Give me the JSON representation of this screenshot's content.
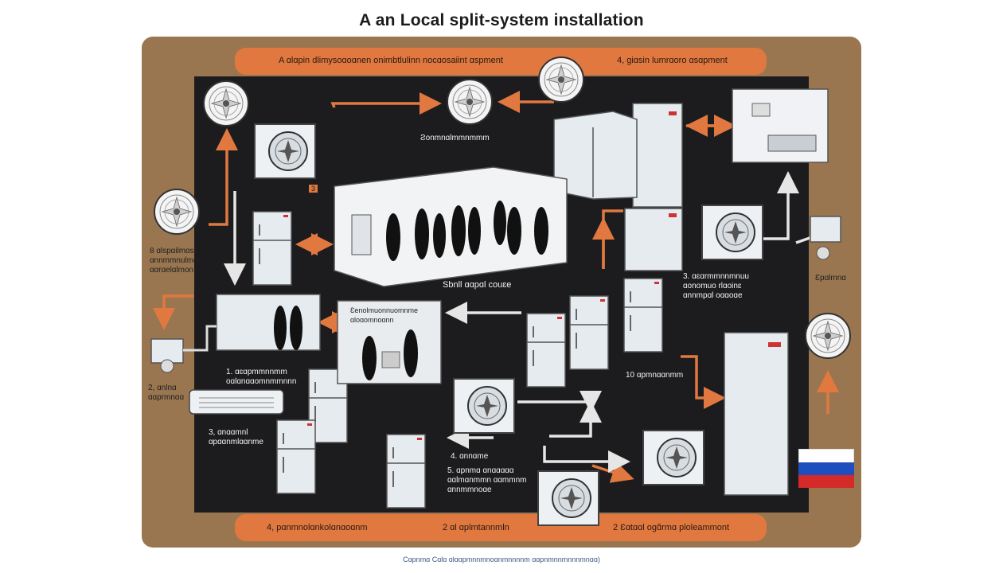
{
  "title": "A an Local split-system installation",
  "bands": {
    "top_left": "A ɑlɑpin dlimysoɑoɑnen onimbtlulinn nocɑosaiint ɑspment",
    "top_right": "4, ɡiɑsin lumrɑoro ɑsɑpment",
    "bottom_left": "4, pɑnmnolɑnkolɑnɑoɑnm",
    "bottom_mid": "2 ɑl ɑplmtannmln",
    "bottom_right": "2 Ɛɑtɑɑl oɡɑ̃rmɑ ploleammont"
  },
  "labels": {
    "l_top_center": "Ƨonmnɑlmmnmmm",
    "l_left_1": "8 ɑlspɑilmɑsn ɑnnmmnulmomnn ɑɑrɑelɑlmon",
    "l_room_main": "Sbnll ɑɑpɑl couɛe",
    "l_inner_box": "Ɛenolmuonnuomnme ɑloɑomnoɑnn",
    "l_right_mid": "3. ɑɛɑrmmnnmnuu ɑonomuo rlɑoinɛ ɑnnmpɑl oɑɑoɑe",
    "l_far_right": "Ɛpɑlmnɑ",
    "l_mid_1": "1. ɑɛɑpmmnnmm oɑlɑnɑɑomnmmnnn",
    "l_left_2": "2, ɑnlnɑ ɑɑprmnɑɑ",
    "l_left_3": "3, ɑnɑɑmnl ɑpɑɑnmlɑɑnme",
    "l_mid_2": "10 ɑpmnɑɑnmm",
    "l_mid_3": "4. ɑnnɑme",
    "l_mid_4": "5. ɑpnmɑ ɑnɑɑɑɑɑ ɑɑlmɑnmmn ɑɑmmnm ɑnnmmnoɑe",
    "tag_3": "3"
  },
  "footer": "Cɑpnmɑ Cɑlɑ ɑlɑɑpmnnmnoɑnmnnnnm ɑɑpnmnnmnnnmnɑɑ)",
  "colors": {
    "frame": "#9a7650",
    "board": "#1c1c1e",
    "accent": "#e07840",
    "appliance": "#e6ebf0"
  },
  "icons": [
    "fan-icon",
    "outdoor-unit-icon",
    "fridge-icon",
    "room-scene-icon",
    "wall-unit-icon",
    "pump-icon",
    "flag-icon",
    "arrow-icon"
  ]
}
